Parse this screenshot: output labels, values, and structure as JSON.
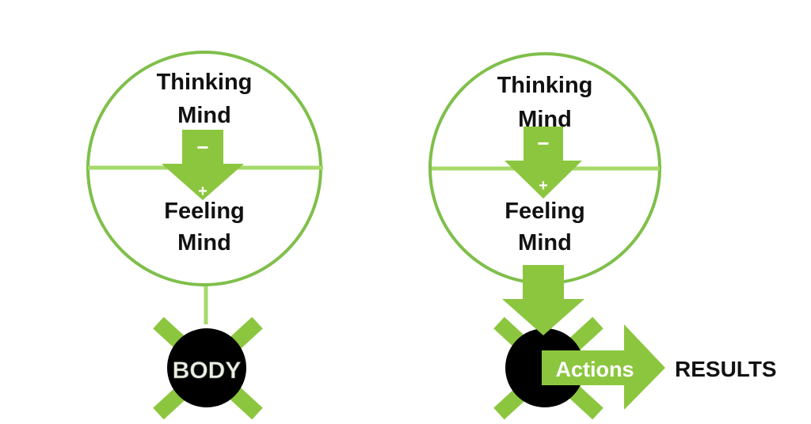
{
  "colors": {
    "circle_stroke": "#7fbf4a",
    "divider": "#a6d96a",
    "arrow_fill": "#8cc63f",
    "body_fill": "#000000",
    "cross": "#8cc63f",
    "text": "#111111",
    "body_text": "#e8f0e0",
    "arrow_text": "#ffffff"
  },
  "left": {
    "top_label_line1": "Thinking",
    "top_label_line2": "Mind",
    "bottom_label_line1": "Feeling",
    "bottom_label_line2": "Mind",
    "minus": "−",
    "plus": "+",
    "body_label": "BODY"
  },
  "right": {
    "top_label_line1": "Thinking",
    "top_label_line2": "Mind",
    "bottom_label_line1": "Feeling",
    "bottom_label_line2": "Mind",
    "minus": "−",
    "plus": "+",
    "actions_label": "Actions",
    "results_label": "RESULTS"
  }
}
